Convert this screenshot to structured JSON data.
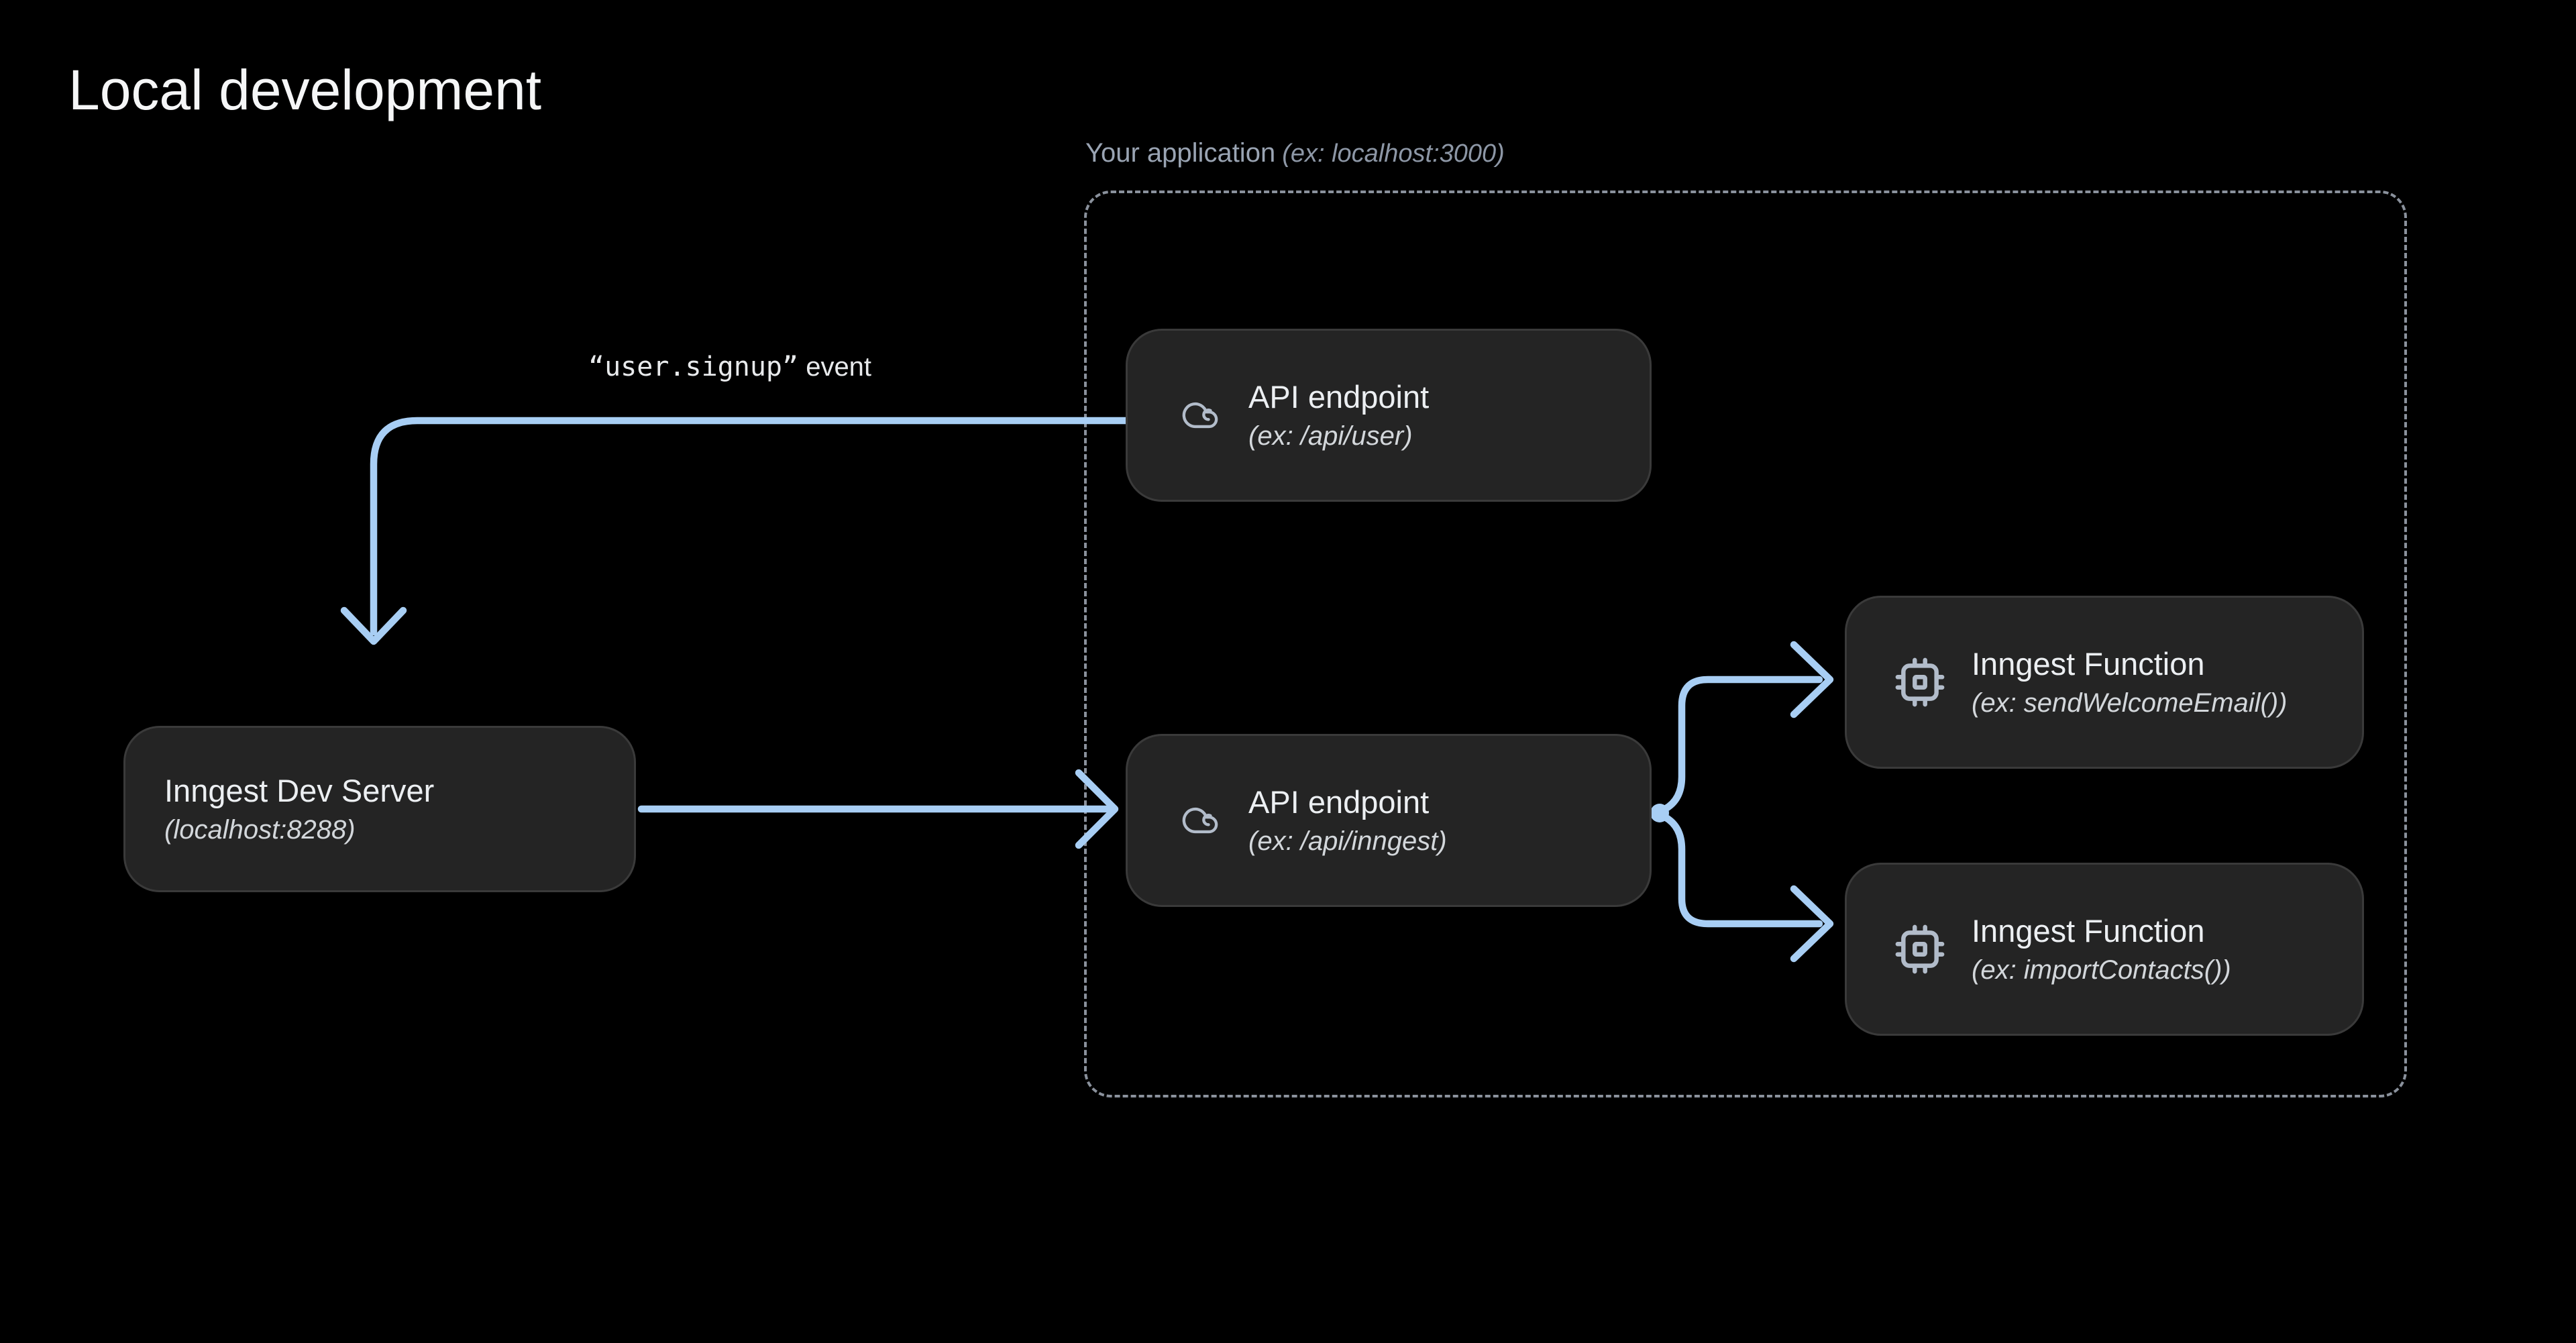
{
  "diagram": {
    "title": "Local development",
    "application": {
      "label": "Your application",
      "note": "(ex: localhost:3000)"
    },
    "event": {
      "code": "“user.signup”",
      "suffix": " event"
    },
    "nodes": {
      "dev_server": {
        "label": "Inngest Dev Server",
        "sublabel": "(localhost:8288)"
      },
      "api_user": {
        "label": "API endpoint",
        "sublabel": "(ex: /api/user)",
        "icon": "cloud-icon"
      },
      "api_inngest": {
        "label": "API endpoint",
        "sublabel": "(ex: /api/inngest)",
        "icon": "cloud-icon"
      },
      "fn_send_welcome_email": {
        "label": "Inngest Function",
        "sublabel": "(ex: sendWelcomeEmail())",
        "icon": "cpu-icon"
      },
      "fn_import_contacts": {
        "label": "Inngest Function",
        "sublabel": "(ex: importContacts())",
        "icon": "cpu-icon"
      }
    },
    "colors": {
      "background": "#000000",
      "arrow": "#A8CEF4",
      "node_background": "#242424",
      "node_border": "#3A3A3A",
      "container_border": "#8A919C",
      "container_label": "#9AA4B3",
      "text_primary": "#ECEFF2",
      "text_secondary": "#D3D7DB",
      "icon": "#B2BCCA",
      "title": "#F5F6F7"
    }
  }
}
